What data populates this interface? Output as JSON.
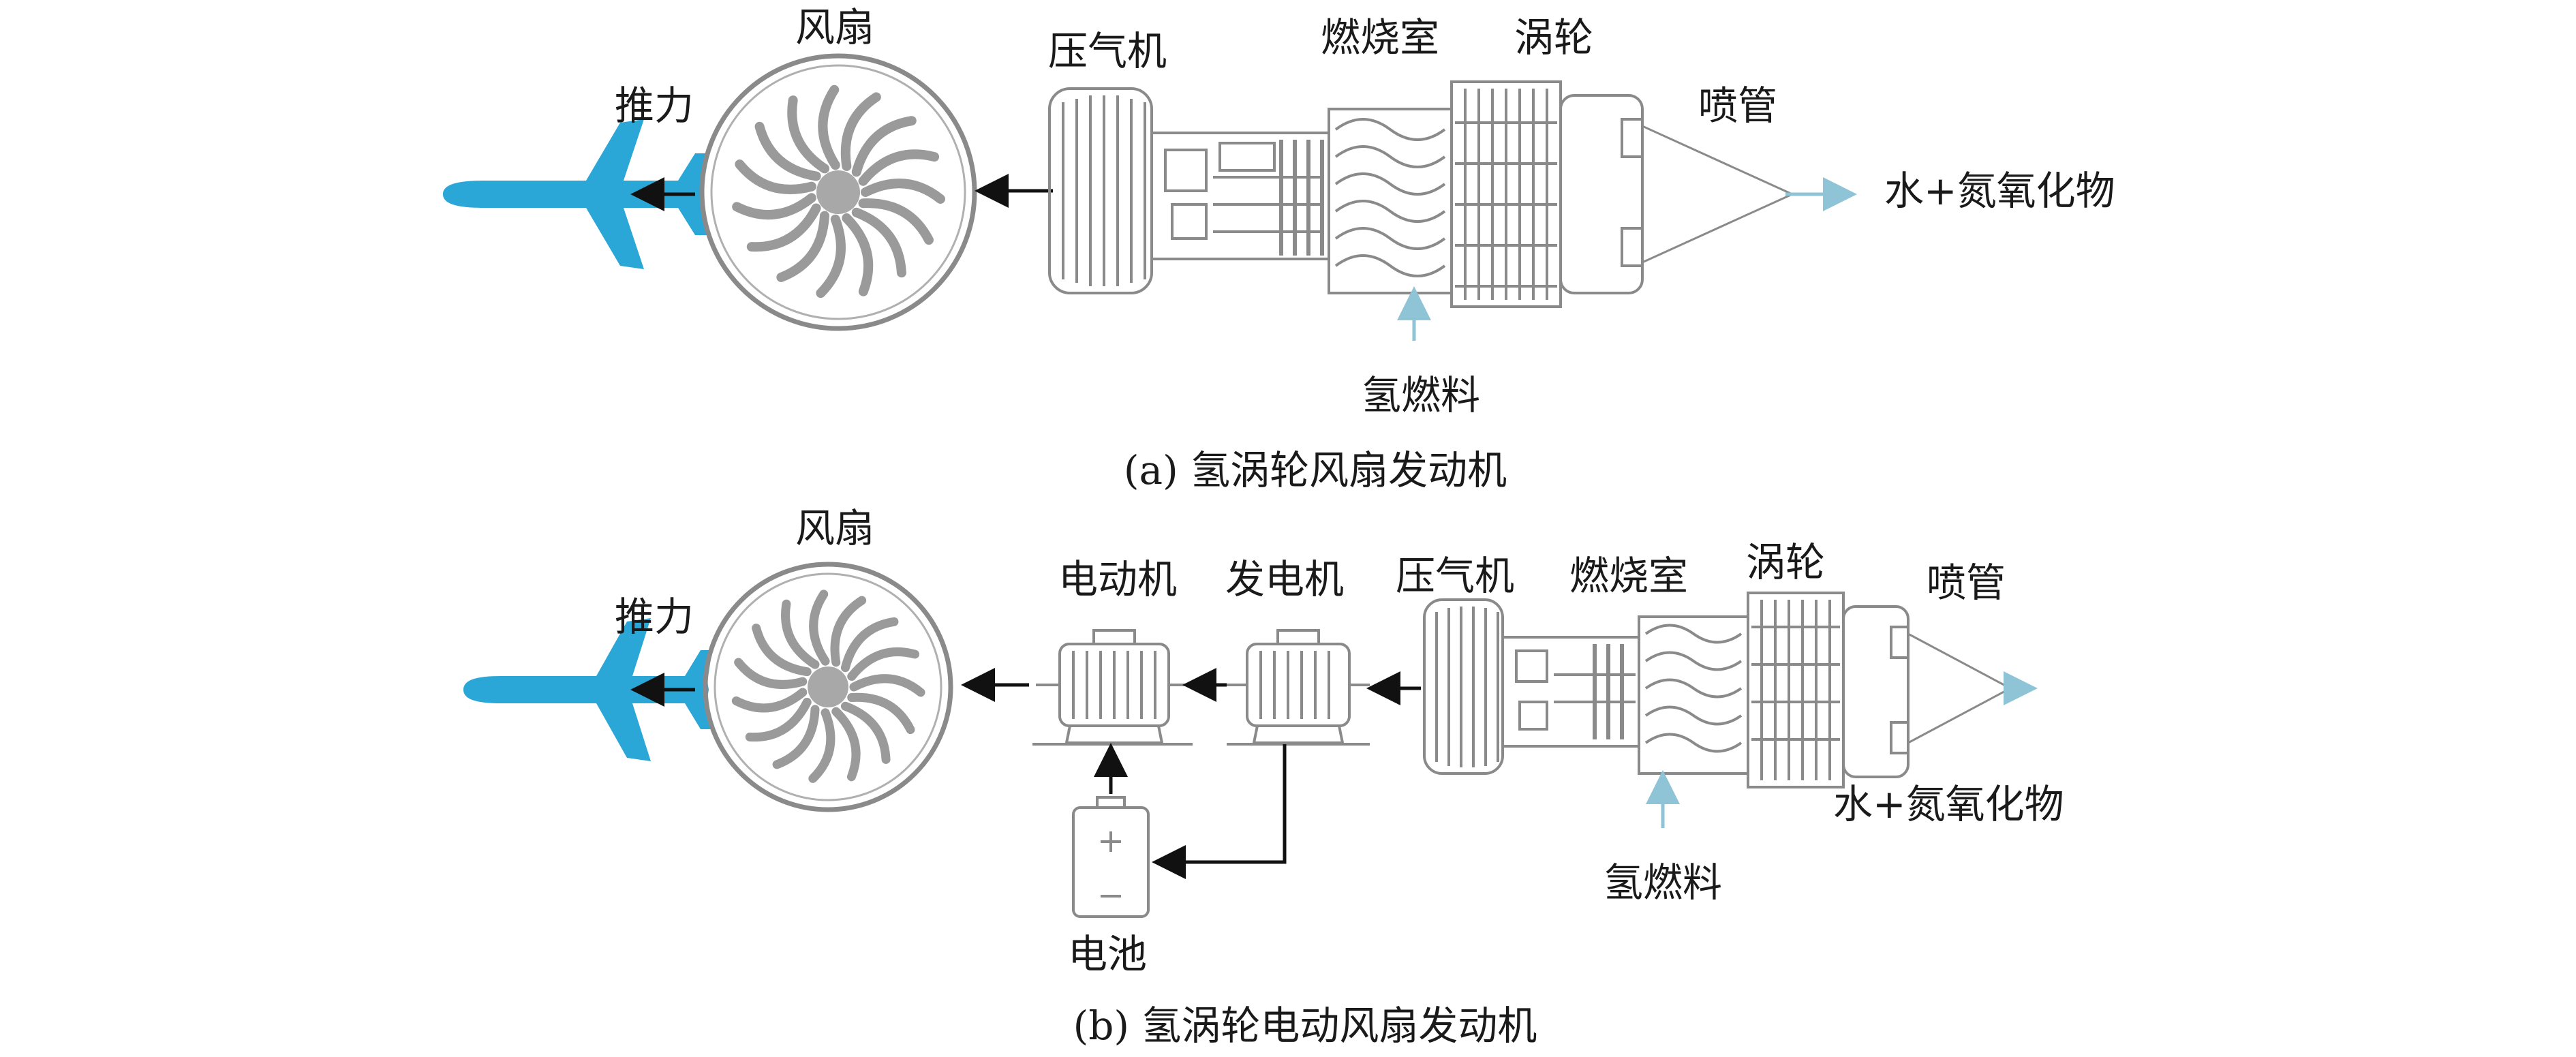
{
  "panel_a": {
    "caption": "(a) 氢涡轮风扇发动机",
    "labels": {
      "fan": "风扇",
      "thrust": "推力",
      "compressor": "压气机",
      "combustor": "燃烧室",
      "turbine": "涡轮",
      "nozzle": "喷管",
      "exhaust": "水+氮氧化物",
      "fuel": "氢燃料"
    }
  },
  "panel_b": {
    "caption": "(b) 氢涡轮电动风扇发动机",
    "labels": {
      "fan": "风扇",
      "thrust": "推力",
      "motor": "电动机",
      "generator": "发电机",
      "compressor": "压气机",
      "combustor": "燃烧室",
      "turbine": "涡轮",
      "nozzle": "喷管",
      "exhaust": "水+氮氧化物",
      "fuel": "氢燃料",
      "battery": "电池"
    }
  },
  "colors": {
    "airplane": "#2aa7d6",
    "component_stroke": "#8a8a8a",
    "arrow_black": "#111111",
    "arrow_blue": "#8fc3d6",
    "text": "#1a1a1a"
  }
}
